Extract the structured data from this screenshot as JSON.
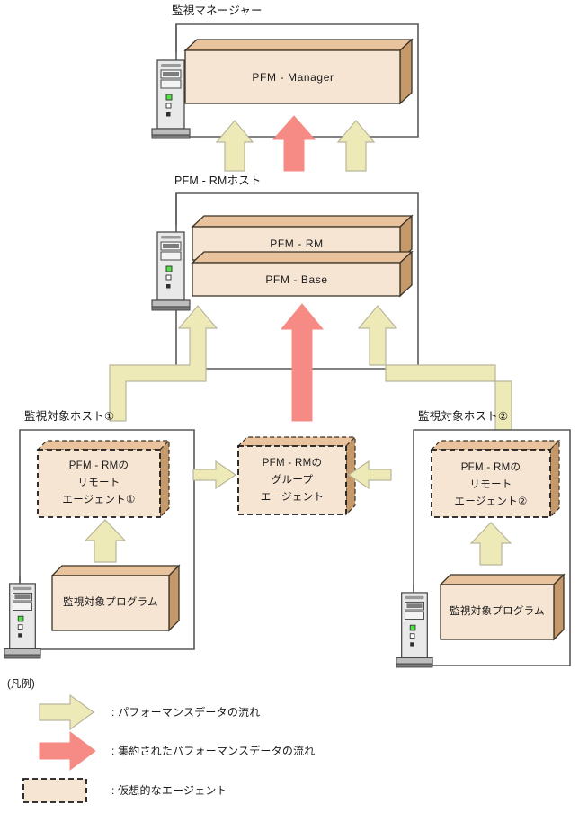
{
  "diagram": {
    "title": "PFM - RM remote agent monitoring configuration",
    "colors": {
      "box_face": "#f7e5d4",
      "box_side": "#c6996b",
      "box_top": "#e8c39e",
      "box_stroke": "#3a3226",
      "arrow_normal_fill": "#edeab8",
      "arrow_normal_stroke": "#b9b69a",
      "arrow_aggregate_fill": "#f58b84",
      "host_frame": "#595959",
      "pc_body": "#e8e8e8",
      "pc_stroke": "#4a4a4a",
      "pc_led_green": "#55e04a",
      "text": "#1a1a1a"
    }
  },
  "manager_host": {
    "label": "監視マネージャー",
    "component": {
      "name": "PFM - Manager"
    },
    "pc_icon": "computer-tower-icon"
  },
  "rm_host": {
    "label": "PFM - RMホスト",
    "components": [
      {
        "name": "PFM - RM"
      },
      {
        "name": "PFM - Base"
      }
    ],
    "pc_icon": "computer-tower-icon"
  },
  "monitored_host_1": {
    "label": "監視対象ホスト①",
    "agent": {
      "lines": [
        "PFM - RMの",
        "リモート",
        "エージェント①"
      ],
      "virtual": true
    },
    "program": {
      "name": "監視対象プログラム"
    },
    "pc_icon": "computer-tower-icon"
  },
  "monitored_host_2": {
    "label": "監視対象ホスト②",
    "agent": {
      "lines": [
        "PFM - RMの",
        "リモート",
        "エージェント②"
      ],
      "virtual": true
    },
    "program": {
      "name": "監視対象プログラム"
    },
    "pc_icon": "computer-tower-icon"
  },
  "group_agent": {
    "lines": [
      "PFM - RMの",
      "グループ",
      "エージェント"
    ],
    "virtual": true
  },
  "legend": {
    "title": "(凡例)",
    "items": [
      {
        "icon": "arrow-right-pale-icon",
        "text": ": パフォーマンスデータの流れ"
      },
      {
        "icon": "arrow-right-red-icon",
        "text": ": 集約されたパフォーマンスデータの流れ"
      },
      {
        "icon": "dashed-box-icon",
        "text": ": 仮想的なエージェント"
      }
    ]
  },
  "flows": {
    "manager_up_arrows": 3,
    "rm_up_arrows": 3,
    "host1_elbow": "up-left-to-rm",
    "host2_elbow": "up-right-to-rm",
    "group_agent_in_left": "host1-to-group",
    "group_agent_in_right": "host2-to-group"
  }
}
